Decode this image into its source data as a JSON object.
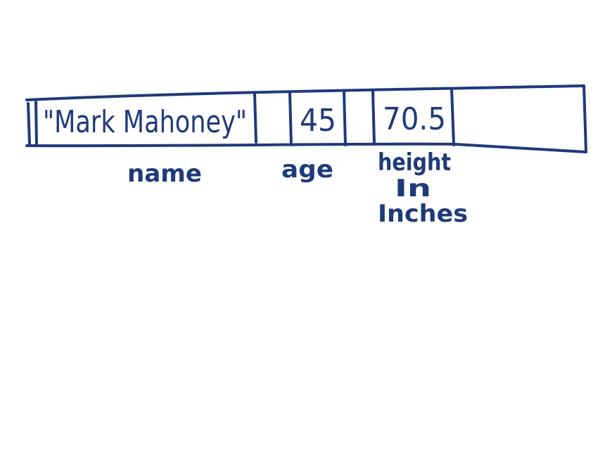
{
  "ink_color": "#1f3a7a",
  "background_color": "#ffffff",
  "memory_cells": {
    "name_value": "\"Mark Mahoney\"",
    "age_value": "45",
    "height_value": "70.5"
  },
  "labels": {
    "name": "name",
    "age": "age",
    "height_line1": "height",
    "height_line2": "In",
    "height_line3": "Inches"
  }
}
